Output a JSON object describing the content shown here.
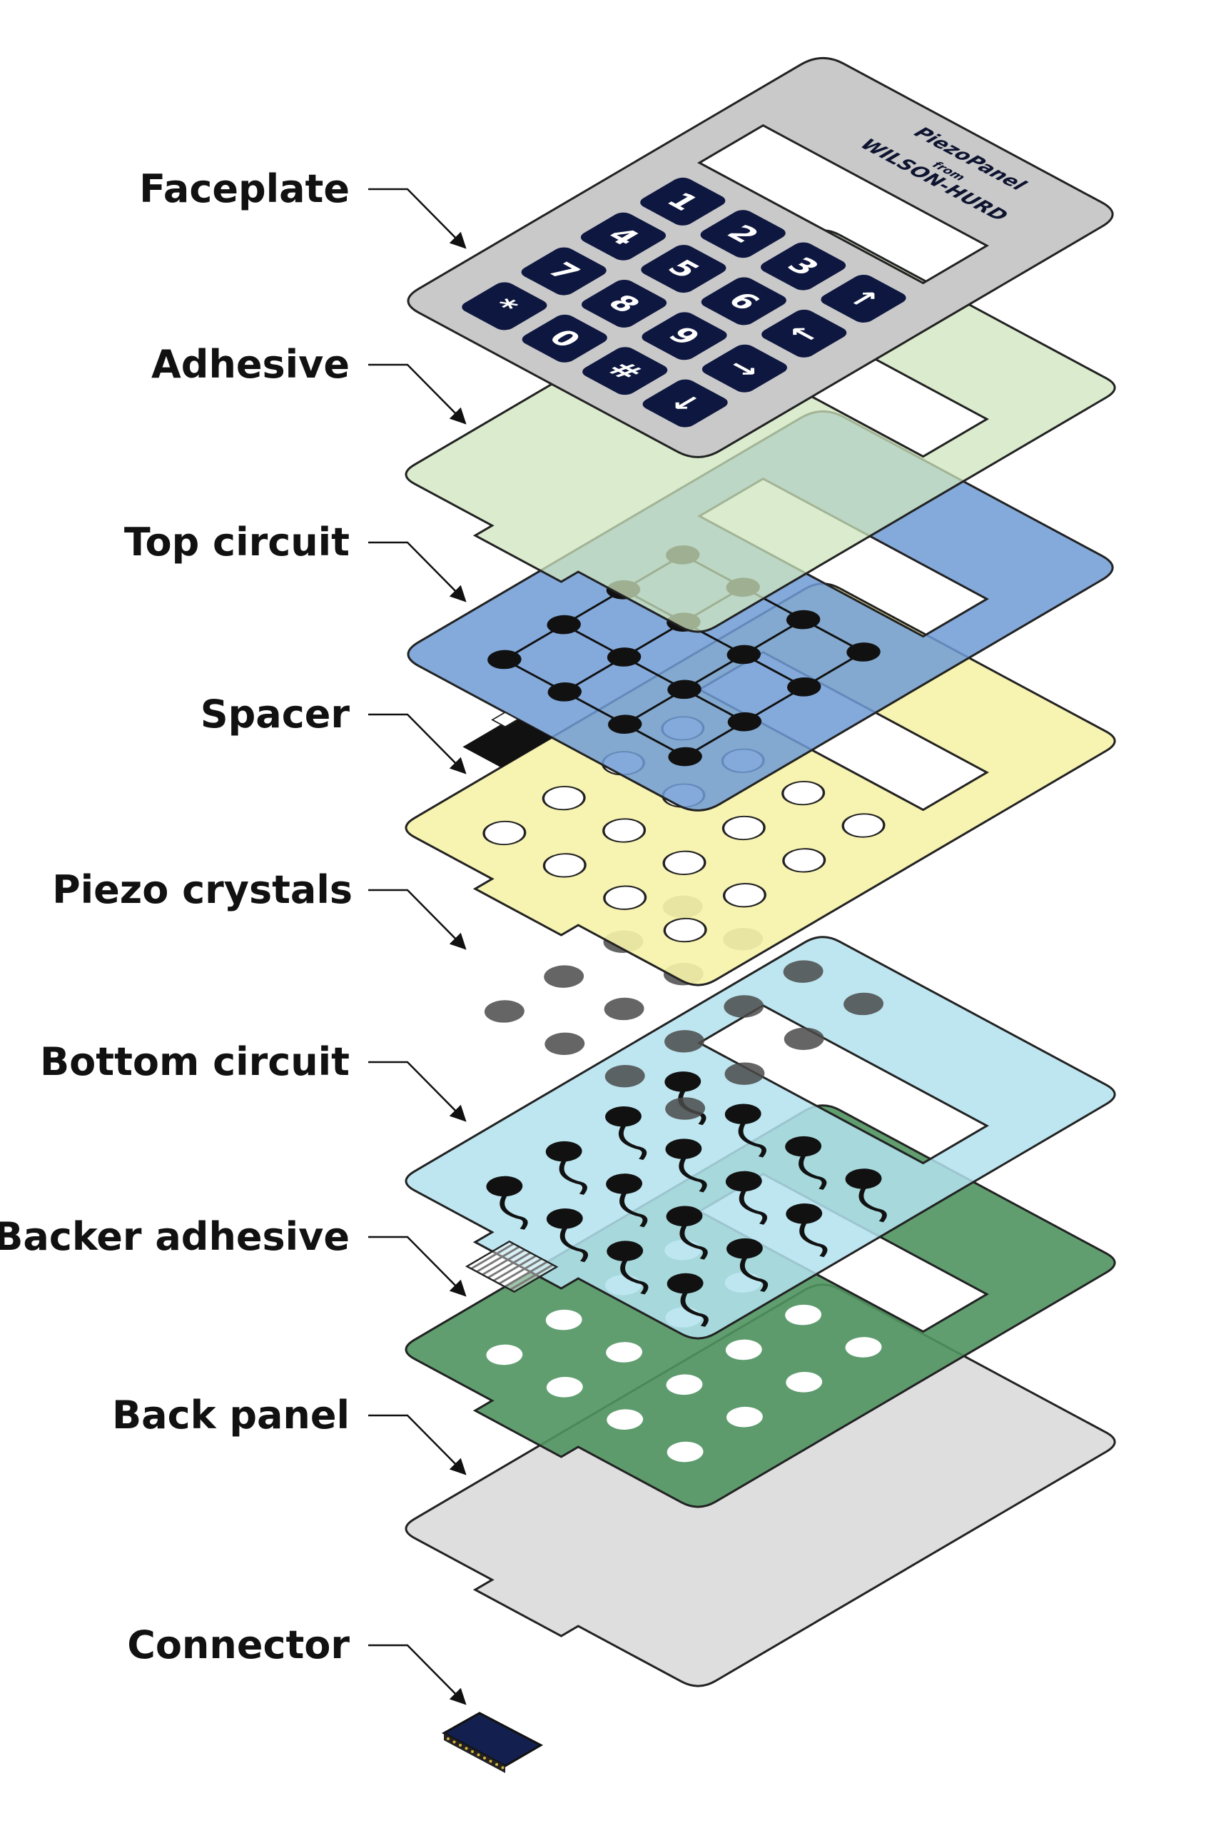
{
  "labels": [
    {
      "text": "Faceplate"
    },
    {
      "text": "Adhesive"
    },
    {
      "text": "Top circuit"
    },
    {
      "text": "Spacer"
    },
    {
      "text": "Piezo crystals"
    },
    {
      "text": "Bottom circuit"
    },
    {
      "text": "Backer adhesive"
    },
    {
      "text": "Back panel"
    },
    {
      "text": "Connector"
    }
  ],
  "logo": {
    "brand": "PiezoPanel",
    "from": "from",
    "maker": "WILSON-HURD"
  },
  "keys": [
    "1",
    "2",
    "3",
    "↑",
    "4",
    "5",
    "6",
    "←",
    "7",
    "8",
    "9",
    "→",
    "*",
    "0",
    "#",
    "↓"
  ],
  "colors": {
    "faceplate": "#c9c9c9",
    "key": "#0e1740",
    "adhesive": "#cfe6bd",
    "top_circuit": "#6f9bd6",
    "spacer": "#f6f2a8",
    "piezo": "#4a4a4a",
    "bottom_circuit": "#b3e2ef",
    "backer": "#4f9460",
    "back_panel": "#dedede",
    "connector": "#13204f"
  }
}
